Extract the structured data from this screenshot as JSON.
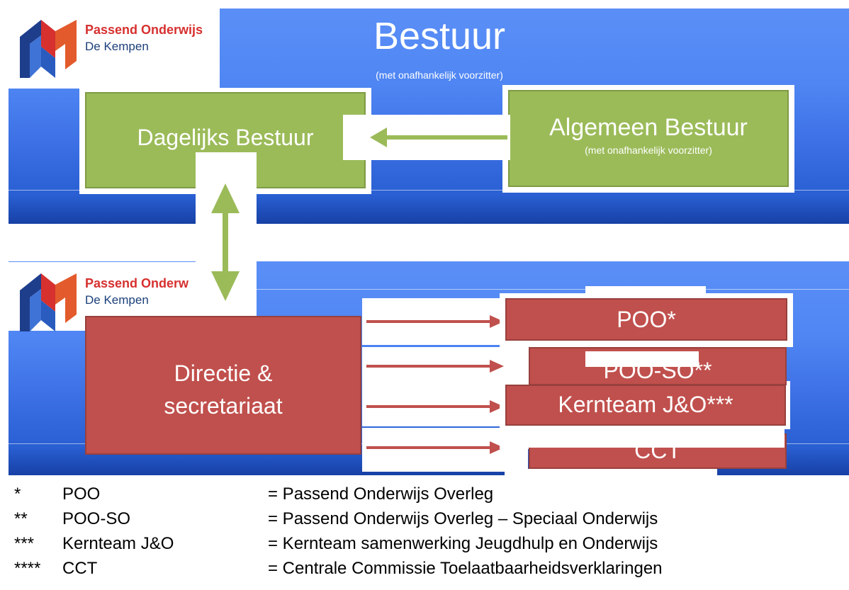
{
  "logo": {
    "brand": "Passend Onderwijs",
    "brand_cropped": "Passend Onderw",
    "sub": "De Kempen"
  },
  "top": {
    "title": "Bestuur",
    "subtitle": "(met onafhankelijk voorzitter)",
    "dagelijks": "Dagelijks Bestuur",
    "algemeen": "Algemeen Bestuur",
    "algemeen_sub": "(met onafhankelijk voorzitter)"
  },
  "bottom": {
    "directie_line1": "Directie &",
    "directie_line2": "secretariaat",
    "poo": "POO*",
    "poo_so": "POO-SO**",
    "kernteam": "Kernteam J&O***",
    "cct": "CCT"
  },
  "legend": [
    {
      "stars": "*",
      "abbr": "POO",
      "def": "= Passend Onderwijs Overleg"
    },
    {
      "stars": "**",
      "abbr": "POO-SO",
      "def": "= Passend Onderwijs Overleg – Speciaal Onderwijs"
    },
    {
      "stars": "***",
      "abbr": "Kernteam J&O",
      "def": "= Kernteam samenwerking Jeugdhulp en Onderwijs"
    },
    {
      "stars": "****",
      "abbr": "CCT",
      "def": "= Centrale Commissie Toelaatbaarheidsverklaringen"
    }
  ],
  "colors": {
    "band": "#4f86f3",
    "green": "#9bbb59",
    "red": "#c0504d",
    "logo_red": "#d6302f",
    "logo_blue": "#1b3f7a"
  }
}
